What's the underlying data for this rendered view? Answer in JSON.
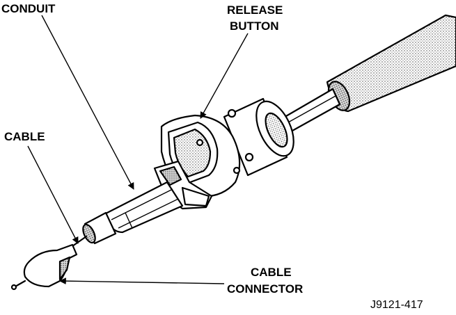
{
  "labels": {
    "conduit": "CONDUIT",
    "release_line1": "RELEASE",
    "release_line2": "BUTTON",
    "cable": "CABLE",
    "connector_line1": "CABLE",
    "connector_line2": "CONNECTOR"
  },
  "figure_id": "J9121-417"
}
